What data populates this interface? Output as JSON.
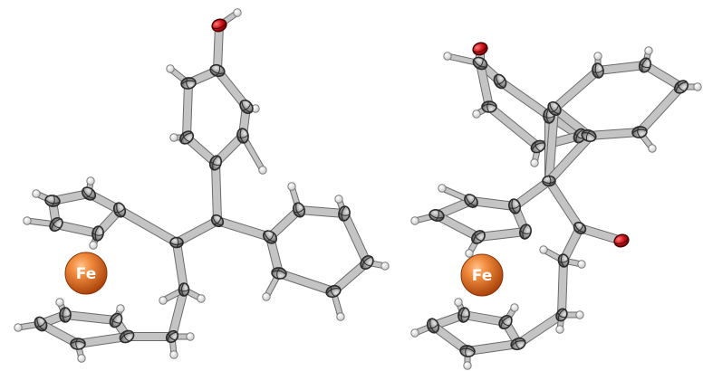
{
  "molecules": [
    {
      "metal_label": "Fe"
    },
    {
      "metal_label": "Fe"
    }
  ],
  "colors": {
    "background": "#ffffff",
    "carbon_fill": "#a8a8a8",
    "carbon_stroke": "#2b2b2b",
    "bond": "#b7b7b7",
    "bond_edge": "#6a6a6a",
    "hydrogen": "#f2f2f2",
    "oxygen": "#c8101a",
    "iron_light": "#f08a3c",
    "iron_dark": "#b84a0c"
  },
  "icons": [
    "molecule-left-structure",
    "molecule-right-structure",
    "iron-atom-icon"
  ]
}
